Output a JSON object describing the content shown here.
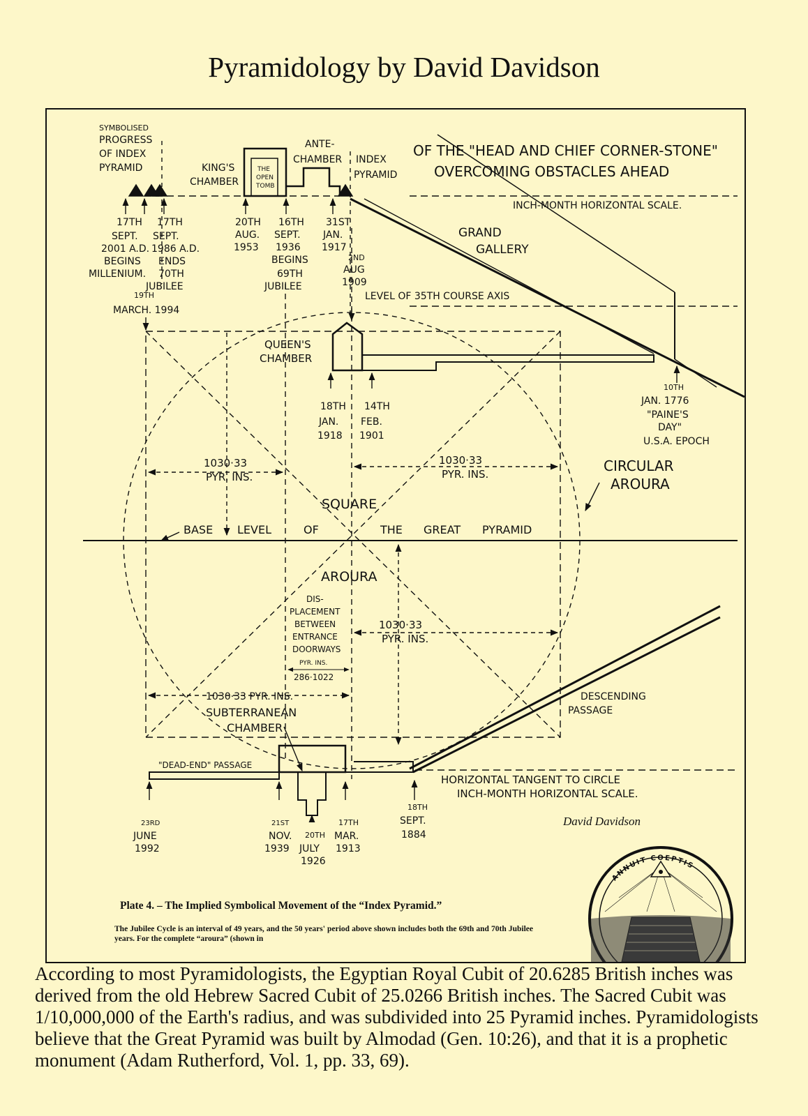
{
  "title": "Pyramidology by David Davidson",
  "diagram": {
    "header_lines": [
      "SYMBOLISED",
      "PROGRESS",
      "OF INDEX",
      "PYRAMID"
    ],
    "kings_chamber": [
      "KING'S",
      "CHAMBER"
    ],
    "open_tomb": [
      "THE",
      "OPEN",
      "TOMB"
    ],
    "ante_chamber": [
      "ANTE-",
      "CHAMBER"
    ],
    "index_pyramid": [
      "INDEX",
      "PYRAMID"
    ],
    "headline": [
      "OF THE \"HEAD AND CHIEF CORNER-STONE\"",
      "OVERCOMING OBSTACLES AHEAD"
    ],
    "top_scale": "INCH-MONTH HORIZONTAL SCALE.",
    "grand_gallery": [
      "GRAND",
      "GALLERY"
    ],
    "date_2001": [
      "17TH",
      "SEPT.",
      "2001 A.D.",
      "BEGINS",
      "MILLENIUM."
    ],
    "date_1986": [
      "17TH",
      "SEPT.",
      "1986 A.D.",
      "ENDS",
      "70TH",
      "JUBILEE"
    ],
    "date_1953": [
      "20TH",
      "AUG.",
      "1953"
    ],
    "date_1936": [
      "16TH",
      "SEPT.",
      "1936",
      "BEGINS",
      "69TH",
      "JUBILEE"
    ],
    "date_1917": [
      "31ST",
      "JAN.",
      "1917"
    ],
    "date_1909": [
      "2ND",
      "AUG",
      "1909"
    ],
    "date_1994": [
      "19TH",
      "MARCH. 1994"
    ],
    "course_axis": "LEVEL OF 35TH COURSE AXIS",
    "queens_chamber": [
      "QUEEN'S",
      "CHAMBER"
    ],
    "date_1918": [
      "18TH",
      "JAN.",
      "1918"
    ],
    "date_1901": [
      "14TH",
      "FEB.",
      "1901"
    ],
    "date_1776": [
      "10TH",
      "JAN. 1776",
      "\"PAINE'S",
      "DAY\"",
      "U.S.A. EPOCH"
    ],
    "measure_left_top": [
      "1030·33",
      "PYR. INS."
    ],
    "measure_right_top": [
      "1030·33",
      "PYR. INS."
    ],
    "circular_aroura": [
      "CIRCULAR",
      "AROURA"
    ],
    "square": "SQUARE",
    "base_level_words": [
      "BASE",
      "LEVEL",
      "OF",
      "THE",
      "GREAT",
      "PYRAMID"
    ],
    "aroura": "AROURA",
    "displacement": [
      "DIS-",
      "PLACEMENT",
      "BETWEEN",
      "ENTRANCE",
      "DOORWAYS",
      "PYR. INS.",
      "286·1022"
    ],
    "measure_mid": [
      "1030·33",
      "PYR. INS."
    ],
    "measure_bottom": "1030·33 PYR. INS.",
    "subterranean": [
      "SUBTERRANEAN",
      "CHAMBER"
    ],
    "descending_passage": [
      "DESCENDING",
      "PASSAGE"
    ],
    "dead_end": "\"DEAD-END\" PASSAGE",
    "bottom_tangent": [
      "HORIZONTAL TANGENT TO CIRCLE",
      "INCH-MONTH HORIZONTAL SCALE."
    ],
    "date_1992": [
      "23RD",
      "JUNE",
      "1992"
    ],
    "date_1939": [
      "21ST",
      "NOV.",
      "1939"
    ],
    "date_1926": [
      "20TH",
      "JULY",
      "1926"
    ],
    "date_1913": [
      "17TH",
      "MAR.",
      "1913"
    ],
    "date_1884": [
      "18TH",
      "SEPT.",
      "1884"
    ],
    "signature": "David Davidson",
    "seal_text": "ANNUIT COEPTIS"
  },
  "plate_caption": "Plate 4. – The Implied Symbolical Movement of the “Index Pyramid.”",
  "plate_note": "The Jubilee Cycle is an interval of 49 years, and the 50 years' period above shown includes both the 69th and 70th Jubilee years. For the complete “aroura” (shown in",
  "footer_text": "According to most Pyramidologists, the Egyptian Royal Cubit of 20.6285 British inches was derived from the old Hebrew Sacred Cubit of 25.0266 British inches. The Sacred Cubit was  1/10,000,000 of the Earth's radius, and was subdivided into 25 Pyramid inches. Pyramidologists believe that the Great Pyramid was built by Almodad (Gen. 10:26), and that it is a prophetic monument (Adam Rutherford, Vol. 1, pp. 33, 69)."
}
